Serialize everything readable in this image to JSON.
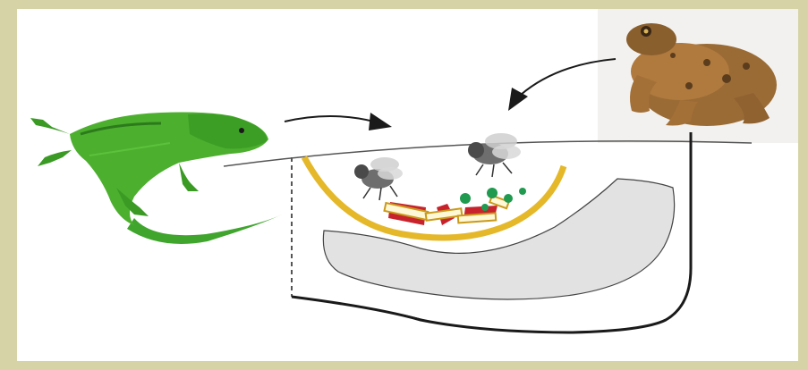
{
  "figure": {
    "background": "#d6d4a6",
    "panel": "#ffffff",
    "colors": {
      "lizard_green": "#4caf2e",
      "lizard_dark": "#2c7a1c",
      "toad_brown": "#9a6b35",
      "tray_gray": "#e2e2e2",
      "yellow_band": "#e5b82a",
      "red_food": "#c8232c",
      "green_pellet": "#1f9a4f",
      "fly": "#6e6e6e"
    },
    "labels": {
      "lizard": "lizard-illustration",
      "toad": "toad-photo",
      "flies": "fly-icons",
      "tray": "feeding-tray-diagram"
    }
  }
}
